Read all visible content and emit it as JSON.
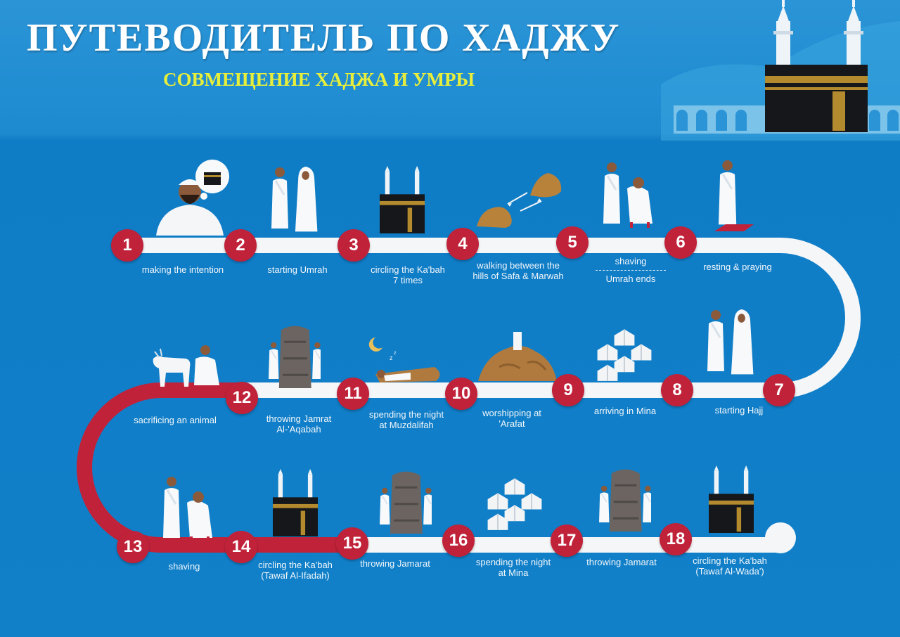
{
  "header": {
    "title": "ПУТЕВОДИТЕЛЬ ПО ХАДЖУ",
    "subtitle": "СОВМЕЩЕНИЕ ХАДЖА И УМРЫ"
  },
  "colors": {
    "background": "#1483c9",
    "title": "#ffffff",
    "subtitle": "#e8ef3a",
    "umrah_path": "#f4f6f8",
    "hajj_path": "#c0223a",
    "step_marker": "#c0223a"
  },
  "steps": [
    {
      "number": "1",
      "label": "making the intention",
      "icon": "pilgrim-thinking-of-kaaba-icon"
    },
    {
      "number": "2",
      "label": "starting Umrah",
      "icon": "pilgrims-in-ihram-icon"
    },
    {
      "number": "3",
      "label": "circling the Ka'bah\n7 times",
      "icon": "kaaba-icon"
    },
    {
      "number": "4",
      "label": "walking between the\nhills of Safa & Marwah",
      "icon": "safa-marwah-hills-icon"
    },
    {
      "number": "5",
      "label": "shaving",
      "label_after": "Umrah ends",
      "icon": "barber-shaving-pilgrim-icon"
    },
    {
      "number": "6",
      "label": "resting & praying",
      "icon": "pilgrim-with-prayer-mat-icon"
    },
    {
      "number": "7",
      "label": "starting Hajj",
      "icon": "pilgrims-in-ihram-icon"
    },
    {
      "number": "8",
      "label": "arriving in Mina",
      "icon": "mina-tents-icon"
    },
    {
      "number": "9",
      "label": "worshipping at\n'Arafat",
      "icon": "mount-arafat-icon"
    },
    {
      "number": "10",
      "label": "spending the night\nat Muzdalifah",
      "icon": "sleeping-pilgrim-icon"
    },
    {
      "number": "11",
      "label": "throwing Jamrat\nAl-'Aqabah",
      "icon": "jamarat-pillar-icon"
    },
    {
      "number": "12",
      "label": "sacrificing an animal",
      "icon": "pilgrim-with-goat-icon"
    },
    {
      "number": "13",
      "label": "shaving",
      "icon": "barber-shaving-pilgrim-icon"
    },
    {
      "number": "14",
      "label": "circling the Ka'bah\n(Tawaf Al-Ifadah)",
      "icon": "kaaba-icon"
    },
    {
      "number": "15",
      "label": "throwing Jamarat",
      "icon": "jamarat-pillar-icon"
    },
    {
      "number": "16",
      "label": "spending the night\nat Mina",
      "icon": "mina-tents-icon"
    },
    {
      "number": "17",
      "label": "throwing Jamarat",
      "icon": "jamarat-pillar-icon"
    },
    {
      "number": "18",
      "label": "circling the Ka'bah\n(Tawaf Al-Wada')",
      "icon": "kaaba-icon"
    }
  ]
}
